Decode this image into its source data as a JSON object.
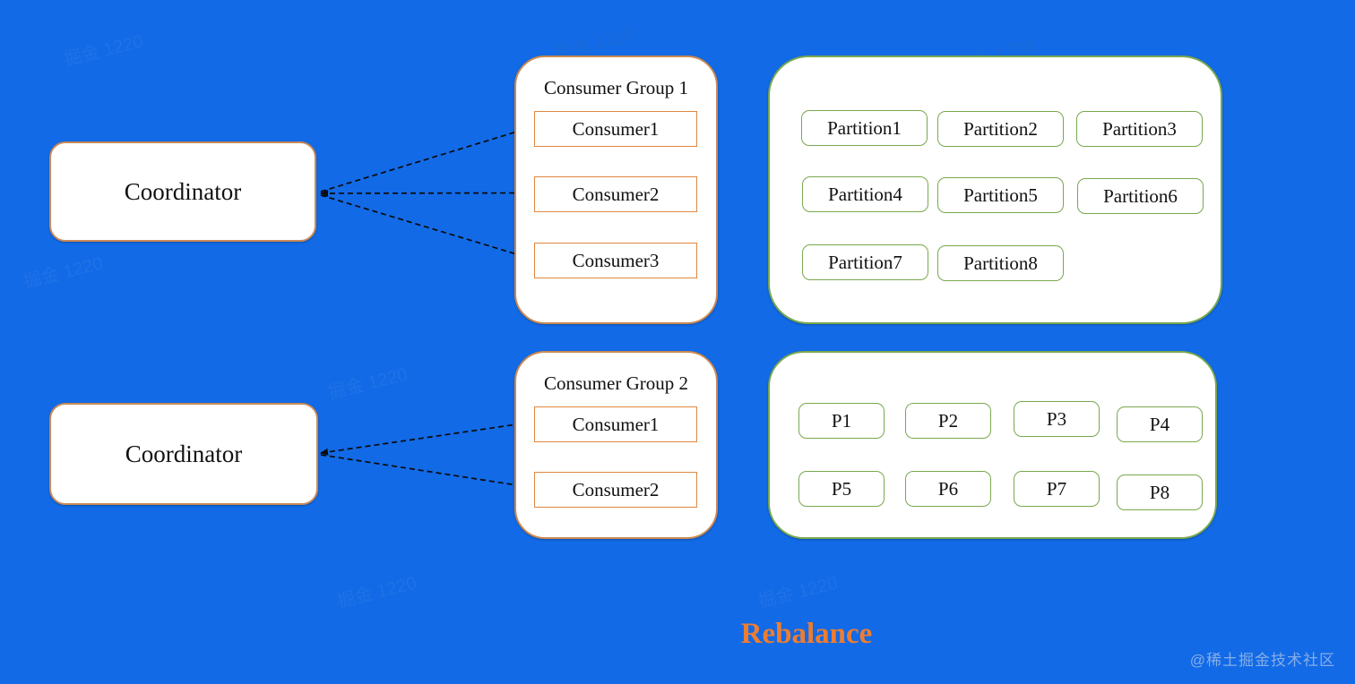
{
  "background_color": "#126AE6",
  "diagram_title": {
    "text": "Rebalance",
    "color": "#ED7D31"
  },
  "coordinators": [
    {
      "label": "Coordinator"
    },
    {
      "label": "Coordinator"
    }
  ],
  "consumer_groups": [
    {
      "title": "Consumer Group 1",
      "consumers": [
        "Consumer1",
        "Consumer2",
        "Consumer3"
      ]
    },
    {
      "title": "Consumer Group 2",
      "consumers": [
        "Consumer1",
        "Consumer2"
      ]
    }
  ],
  "partition_sets": [
    {
      "partitions": [
        "Partition1",
        "Partition2",
        "Partition3",
        "Partition4",
        "Partition5",
        "Partition6",
        "Partition7",
        "Partition8"
      ]
    },
    {
      "partitions": [
        "P1",
        "P2",
        "P3",
        "P4",
        "P5",
        "P6",
        "P7",
        "P8"
      ]
    }
  ],
  "watermarks": {
    "corner": "@稀土掘金技术社区",
    "tiled": "掘金 1220"
  },
  "colors": {
    "outer_orange_border": "#C98A58",
    "inner_orange_border": "#E0873F",
    "green_border": "#79A84E",
    "arrow": "#0B0B0B",
    "title_orange": "#ED7D31"
  }
}
